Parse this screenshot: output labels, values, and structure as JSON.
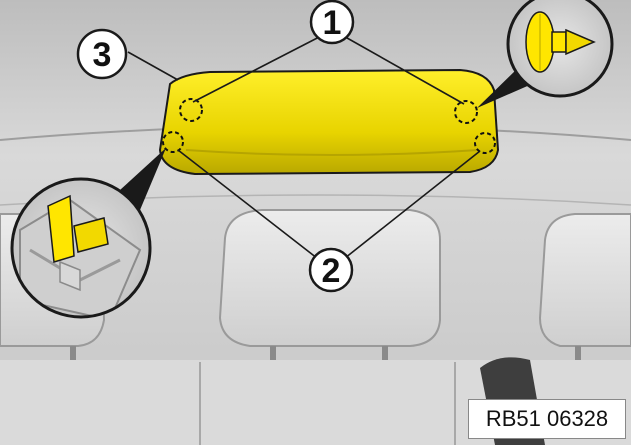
{
  "callouts": {
    "one": "1",
    "two": "2",
    "three": "3"
  },
  "reference_code": "RB51 06328",
  "colors": {
    "highlight_part": "#ffe600",
    "outline": "#1a1a1a",
    "background": "#d4d4d4"
  }
}
